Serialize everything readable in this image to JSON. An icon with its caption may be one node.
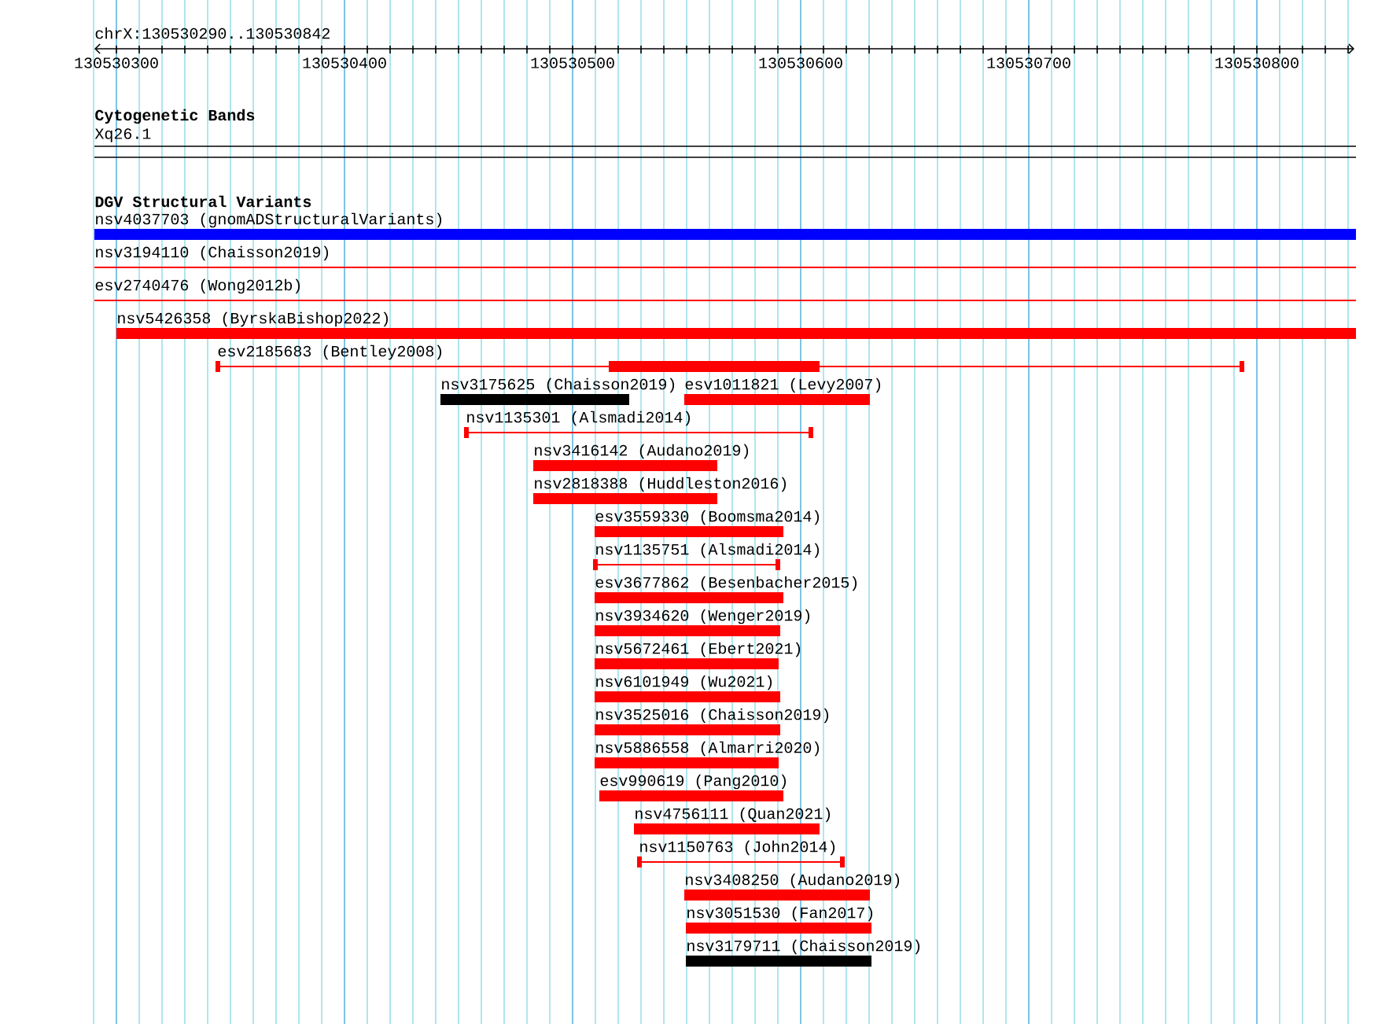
{
  "diagram": {
    "nodes": [
      {
        "text": [
          "nsv4037703 (gnomADStructuralVariants)"
        ]
      },
      {
        "text": [
          "nsv3194110 (Chaisson2019)"
        ]
      },
      {
        "text": [
          "esv2740476 (Wong2012b)"
        ]
      },
      {
        "text": [
          "nsv5426358 (ByrskaBishop2022)"
        ]
      },
      {
        "text": [
          "esv2185683 (Bentley2008)"
        ]
      },
      {
        "text": [
          "nsv3175625 (Chaisson2019)"
        ]
      },
      {
        "text": [
          "esv1011821 (Levy2007)"
        ]
      },
      {
        "text": [
          "nsv1135301 (Alsmadi2014)"
        ]
      },
      {
        "text": [
          "nsv3416142 (Audano2019)"
        ]
      },
      {
        "text": [
          "nsv2818388 (Huddleston2016)"
        ]
      },
      {
        "text": [
          "esv3559330 (Boomsma2014)"
        ]
      },
      {
        "text": [
          "nsv1135751 (Alsmadi2014)"
        ]
      },
      {
        "text": [
          "esv3677862 (Besenbacher2015)"
        ]
      },
      {
        "text": [
          "nsv3934620 (Wenger2019)"
        ]
      },
      {
        "text": [
          "nsv5672461 (Ebert2021)"
        ]
      },
      {
        "text": [
          "nsv6101949 (Wu2021)"
        ]
      },
      {
        "text": [
          "nsv3525016 (Chaisson2019)"
        ]
      },
      {
        "text": [
          "nsv5886558 (Almarri2020)"
        ]
      },
      {
        "text": [
          "esv990619 (Pang2010)"
        ]
      },
      {
        "text": [
          "nsv4756111 (Quan2021)"
        ]
      },
      {
        "text": [
          "nsv1150763 (John2014)"
        ]
      },
      {
        "text": [
          "nsv3408250 (Audano2019)"
        ]
      },
      {
        "text": [
          "nsv3051530 (Fan2017)"
        ]
      },
      {
        "text": [
          "nsv3179711 (Chaisson2019)"
        ]
      }
    ],
    "labels": [
      "chrX:130530290..130530842",
      "130530300",
      "130530400",
      "130530500",
      "130530600",
      "130530700",
      "130530800",
      "Cytogenetic Bands",
      "Xq26.1",
      "DGV Structural Variants"
    ]
  }
}
